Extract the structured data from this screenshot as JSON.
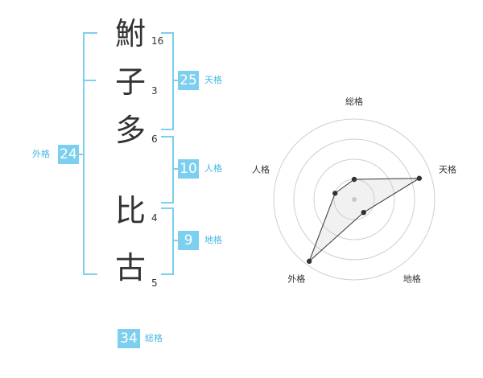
{
  "name_chars": [
    {
      "char": "鮒",
      "strokes": "16"
    },
    {
      "char": "子",
      "strokes": "3"
    },
    {
      "char": "多",
      "strokes": "6"
    },
    {
      "char": "比",
      "strokes": "4"
    },
    {
      "char": "古",
      "strokes": "5"
    }
  ],
  "fortune": {
    "tenkaku": {
      "value": "25",
      "label": "天格"
    },
    "jinkaku": {
      "value": "10",
      "label": "人格"
    },
    "chikaku": {
      "value": "9",
      "label": "地格"
    },
    "gaikaku": {
      "value": "24",
      "label": "外格"
    },
    "soukaku": {
      "value": "34",
      "label": "総格"
    }
  },
  "colors": {
    "accent": "#7ccfee",
    "accent_text": "#45b6e3",
    "text": "#333333"
  },
  "chart_data": {
    "type": "radar",
    "axes": [
      "総格",
      "天格",
      "地格",
      "外格",
      "人格"
    ],
    "values": [
      0.25,
      0.85,
      0.2,
      0.95,
      0.25
    ],
    "rings": 4,
    "grid": true
  }
}
